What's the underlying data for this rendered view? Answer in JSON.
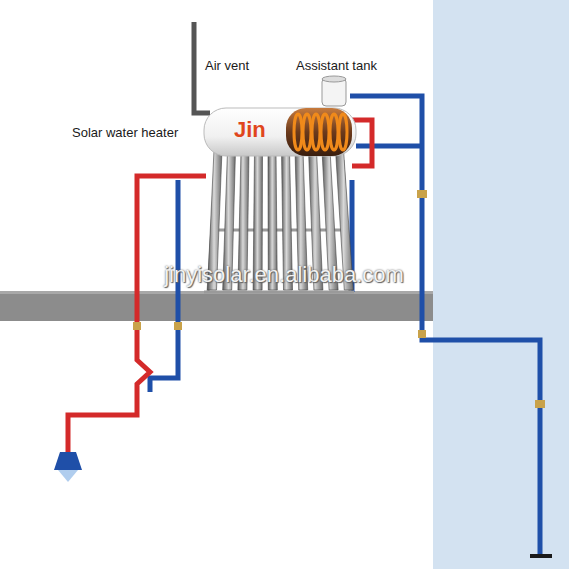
{
  "diagram": {
    "labels": [
      "Air vent",
      "Assistant tank",
      "Solar water heater",
      "Jin",
      "jinyisolar.en.alibaba.com"
    ]
  }
}
